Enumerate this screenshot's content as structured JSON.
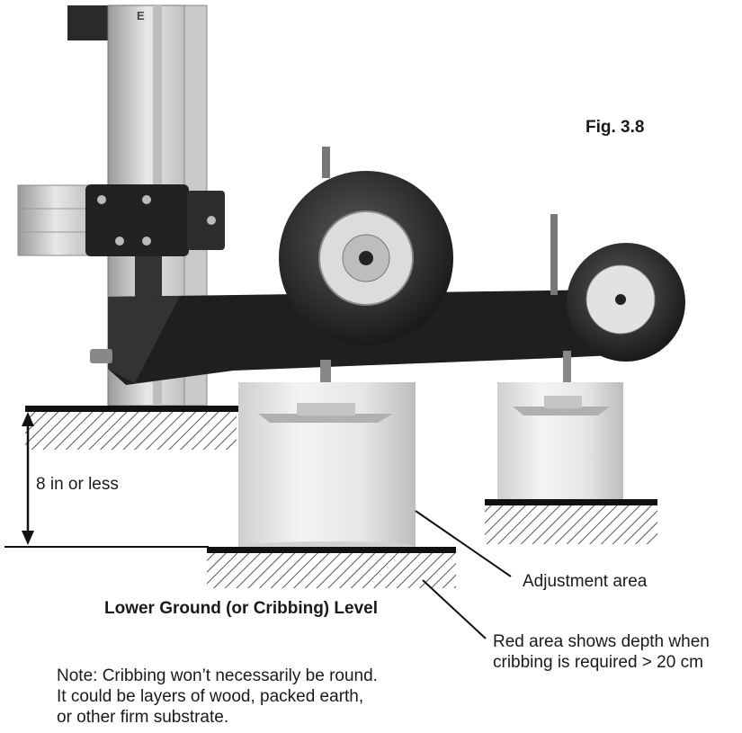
{
  "figure": {
    "label": "Fig. 3.8",
    "height_label": "8 in or less",
    "lower_level_label": "Lower Ground (or Cribbing) Level",
    "adjustment_label": "Adjustment area",
    "red_area_label": "Red area shows depth when cribbing is required > 20 cm",
    "note": "Note: Cribbing won’t necessarily be round. It could be layers of wood, packed earth, or other firm substrate."
  }
}
